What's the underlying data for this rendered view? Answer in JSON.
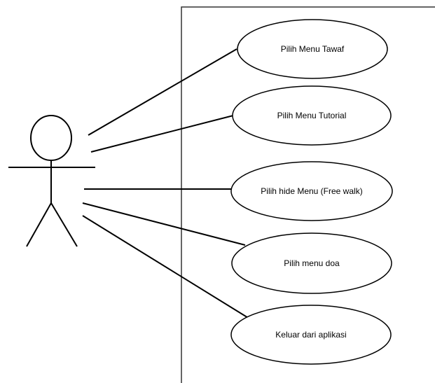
{
  "use_cases": [
    {
      "label": "Pilih Menu Tawaf"
    },
    {
      "label": "Pilih Menu Tutorial"
    },
    {
      "label": "Pilih hide Menu (Free walk)"
    },
    {
      "label": "Pilih menu doa"
    },
    {
      "label": "Keluar dari aplikasi"
    }
  ],
  "colors": {
    "stroke": "#000000",
    "background": "#ffffff"
  }
}
